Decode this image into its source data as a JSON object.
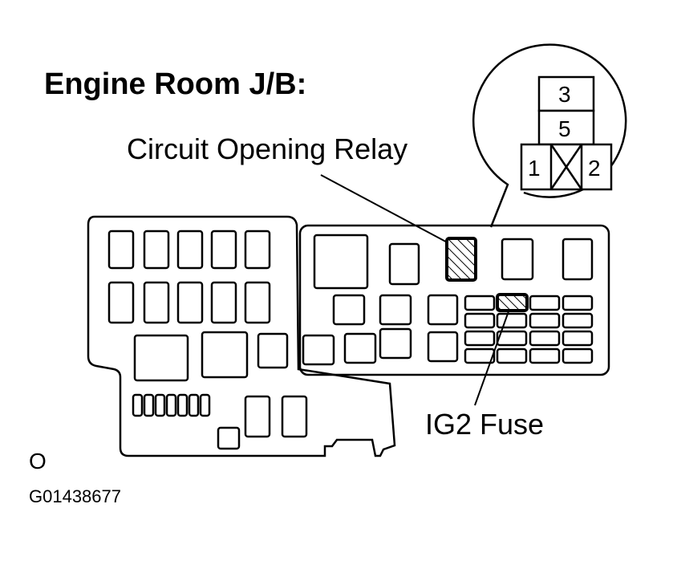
{
  "title": "Engine Room J/B:",
  "labels": {
    "circuit_opening_relay": "Circuit Opening Relay",
    "ig2_fuse": "IG2 Fuse",
    "corner_mark": "O",
    "figure_id": "G01438677"
  },
  "connector": {
    "pins": [
      "3",
      "5",
      "1",
      "2"
    ]
  }
}
